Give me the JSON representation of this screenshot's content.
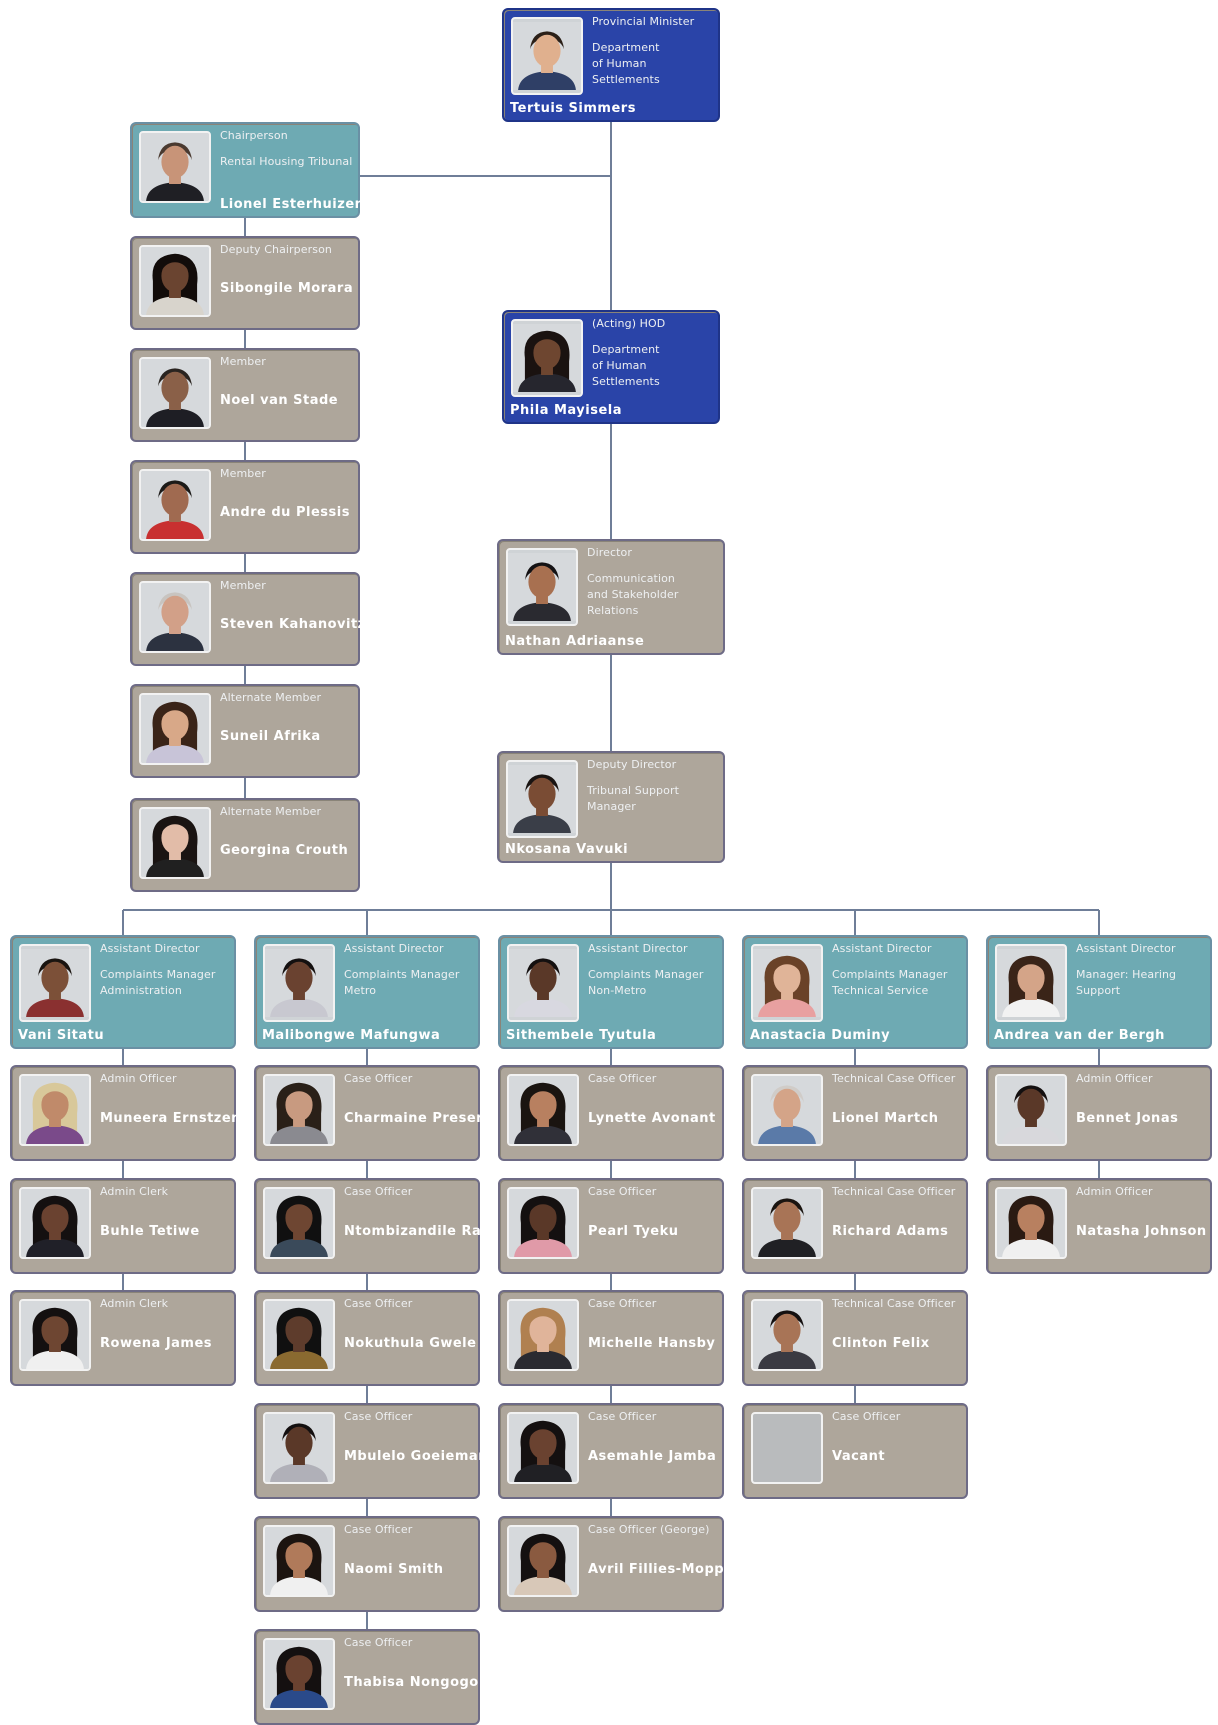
{
  "people": [
    {
      "id": "minister",
      "role": "Provincial Minister",
      "unit": "Department\nof Human\nSettlements",
      "name": "Tertuis Simmers",
      "style": "blue",
      "photo": {
        "skin": "#e0b08e",
        "hair": "#2b2018",
        "shirt": "#2f3f66"
      }
    },
    {
      "id": "chair",
      "role": "Chairperson",
      "unit": "Rental Housing Tribunal",
      "name": "Lionel Esterhuizen",
      "style": "teal",
      "photo": {
        "skin": "#c89478",
        "hair": "#4a3a30",
        "shirt": "#1f1f24"
      }
    },
    {
      "id": "deputy-chair",
      "role": "Deputy Chairperson",
      "name": "Sibongile Morara",
      "style": "grey",
      "photo": {
        "skin": "#6a4430",
        "hair": "#120c0a",
        "shirt": "#d8d4cc"
      }
    },
    {
      "id": "member-1",
      "role": "Member",
      "name": "Noel van Stade",
      "style": "grey",
      "photo": {
        "skin": "#8a6048",
        "hair": "#2a2420",
        "shirt": "#1e1e24"
      }
    },
    {
      "id": "member-2",
      "role": "Member",
      "name": "Andre du Plessis",
      "style": "grey",
      "photo": {
        "skin": "#a06a50",
        "hair": "#1c1a18",
        "shirt": "#c83030"
      }
    },
    {
      "id": "member-3",
      "role": "Member",
      "name": "Steven Kahanovitz",
      "style": "grey",
      "photo": {
        "skin": "#d2a088",
        "hair": "#c8c4c0",
        "shirt": "#2c3240"
      }
    },
    {
      "id": "alt-1",
      "role": "Alternate Member",
      "name": "Suneil Afrika",
      "style": "grey",
      "photo": {
        "skin": "#d8a888",
        "hair": "#3a2418",
        "shirt": "#c8c4d8"
      }
    },
    {
      "id": "alt-2",
      "role": "Alternate Member",
      "name": "Georgina Crouth",
      "style": "grey",
      "photo": {
        "skin": "#e2bca8",
        "hair": "#1a1412",
        "shirt": "#202020"
      }
    },
    {
      "id": "hod",
      "role": "(Acting) HOD",
      "unit": "Department\nof Human\nSettlements",
      "name": "Phila Mayisela",
      "style": "blue",
      "photo": {
        "skin": "#6e4630",
        "hair": "#1a1210",
        "shirt": "#26262e"
      }
    },
    {
      "id": "director",
      "role": "Director",
      "unit": "Communication\nand Stakeholder\nRelations",
      "name": "Nathan Adriaanse",
      "style": "grey",
      "photo": {
        "skin": "#a87050",
        "hair": "#141214",
        "shirt": "#2a2a30"
      }
    },
    {
      "id": "deputy-director",
      "role": "Deputy Director",
      "unit": "Tribunal Support\nManager",
      "name": "Nkosana Vavuki",
      "style": "grey",
      "photo": {
        "skin": "#7a4c34",
        "hair": "#1a1412",
        "shirt": "#3a3e48"
      }
    },
    {
      "id": "ad-1",
      "role": "Assistant Director",
      "unit": "Complaints Manager\nAdministration",
      "name": "Vani Sitatu",
      "style": "teal",
      "photo": {
        "skin": "#7c5038",
        "hair": "#1a1410",
        "shirt": "#8a3030"
      }
    },
    {
      "id": "ad-2",
      "role": "Assistant Director",
      "unit": "Complaints Manager\nMetro",
      "name": "Malibongwe Mafungwa",
      "style": "teal",
      "photo": {
        "skin": "#6a4230",
        "hair": "#141010",
        "shirt": "#c8c8d0"
      }
    },
    {
      "id": "ad-3",
      "role": "Assistant Director",
      "unit": "Complaints Manager\nNon-Metro",
      "name": "Sithembele Tyutula",
      "style": "teal",
      "photo": {
        "skin": "#5a3828",
        "hair": "#141010",
        "shirt": "#d8d8e0"
      }
    },
    {
      "id": "ad-4",
      "role": "Assistant Director",
      "unit": "Complaints Manager\nTechnical Service",
      "name": "Anastacia Duminy",
      "style": "teal",
      "photo": {
        "skin": "#e0b498",
        "hair": "#6a4228",
        "shirt": "#e8a0a0"
      }
    },
    {
      "id": "ad-5",
      "role": "Assistant Director",
      "unit": "Manager: Hearing\nSupport",
      "name": "Andrea van der Bergh",
      "style": "teal",
      "photo": {
        "skin": "#d4a488",
        "hair": "#3a2418",
        "shirt": "#f2f2f2"
      }
    },
    {
      "id": "c1-1",
      "role": "Admin Officer",
      "name": "Muneera Ernstzen",
      "style": "grey",
      "photo": {
        "skin": "#c08a6a",
        "hair": "#d8c89a",
        "shirt": "#7a4a8a"
      }
    },
    {
      "id": "c1-2",
      "role": "Admin Clerk",
      "name": "Buhle Tetiwe",
      "style": "grey",
      "photo": {
        "skin": "#6a4230",
        "hair": "#141010",
        "shirt": "#202028"
      }
    },
    {
      "id": "c1-3",
      "role": "Admin Clerk",
      "name": "Rowena James",
      "style": "grey",
      "photo": {
        "skin": "#6e4632",
        "hair": "#141010",
        "shirt": "#f0f0f0"
      }
    },
    {
      "id": "c2-1",
      "role": "Case Officer",
      "name": "Charmaine Present",
      "style": "grey",
      "photo": {
        "skin": "#c89a80",
        "hair": "#2a2018",
        "shirt": "#8a8a90"
      }
    },
    {
      "id": "c2-2",
      "role": "Case Officer",
      "name": "Ntombizandile Rayi",
      "style": "grey",
      "photo": {
        "skin": "#6e4632",
        "hair": "#101010",
        "shirt": "#3a4a5a"
      }
    },
    {
      "id": "c2-3",
      "role": "Case Officer",
      "name": "Nokuthula Gwele",
      "style": "grey",
      "photo": {
        "skin": "#5e3c2c",
        "hair": "#101010",
        "shirt": "#8a6a30"
      }
    },
    {
      "id": "c2-4",
      "role": "Case Officer",
      "name": "Mbulelo Goeieman",
      "style": "grey",
      "photo": {
        "skin": "#5a3828",
        "hair": "#141010",
        "shirt": "#b0b0b8"
      }
    },
    {
      "id": "c2-5",
      "role": "Case Officer",
      "name": "Naomi Smith",
      "style": "grey",
      "photo": {
        "skin": "#b07a5a",
        "hair": "#1c1410",
        "shirt": "#f0f0f0"
      }
    },
    {
      "id": "c2-6",
      "role": "Case Officer",
      "name": "Thabisa Nongogo",
      "style": "grey",
      "photo": {
        "skin": "#6a4230",
        "hair": "#141010",
        "shirt": "#2a4a8a"
      }
    },
    {
      "id": "c3-1",
      "role": "Case Officer",
      "name": "Lynette Avonant",
      "style": "grey",
      "photo": {
        "skin": "#b88060",
        "hair": "#1a1410",
        "shirt": "#303038"
      }
    },
    {
      "id": "c3-2",
      "role": "Case Officer",
      "name": "Pearl Tyeku",
      "style": "grey",
      "photo": {
        "skin": "#5a3828",
        "hair": "#141010",
        "shirt": "#e09aa8"
      }
    },
    {
      "id": "c3-3",
      "role": "Case Officer",
      "name": "Michelle Hansby",
      "style": "grey",
      "photo": {
        "skin": "#e0b49a",
        "hair": "#b08050",
        "shirt": "#2a2a30"
      }
    },
    {
      "id": "c3-4",
      "role": "Case Officer",
      "name": "Asemahle Jamba",
      "style": "grey",
      "photo": {
        "skin": "#6a4230",
        "hair": "#141010",
        "shirt": "#202024"
      }
    },
    {
      "id": "c3-5",
      "role": "Case Officer (George)",
      "name": "Avril Fillies-Mopp",
      "style": "grey",
      "photo": {
        "skin": "#8a5a40",
        "hair": "#141010",
        "shirt": "#d8c8b8"
      }
    },
    {
      "id": "c4-1",
      "role": "Technical Case Officer",
      "name": "Lionel Martch",
      "style": "grey",
      "photo": {
        "skin": "#d4a488",
        "hair": "#d0ccc8",
        "shirt": "#5a7aa8"
      }
    },
    {
      "id": "c4-2",
      "role": "Technical Case Officer",
      "name": "Richard Adams",
      "style": "grey",
      "photo": {
        "skin": "#a87456",
        "hair": "#1a1410",
        "shirt": "#202024"
      }
    },
    {
      "id": "c4-3",
      "role": "Technical Case Officer",
      "name": "Clinton Felix",
      "style": "grey",
      "photo": {
        "skin": "#a87456",
        "hair": "#141010",
        "shirt": "#3a3a42"
      }
    },
    {
      "id": "c4-4",
      "role": "Case Officer",
      "name": "Vacant",
      "style": "grey",
      "photo": null
    },
    {
      "id": "c5-1",
      "role": "Admin Officer",
      "name": "Bennet Jonas",
      "style": "grey",
      "photo": {
        "skin": "#5a3828",
        "hair": "#141010",
        "shirt": "#d8d8dc"
      }
    },
    {
      "id": "c5-2",
      "role": "Admin Officer",
      "name": "Natasha Johnson",
      "style": "grey",
      "photo": {
        "skin": "#b88060",
        "hair": "#2a1a12",
        "shirt": "#f0f0f0"
      }
    }
  ]
}
